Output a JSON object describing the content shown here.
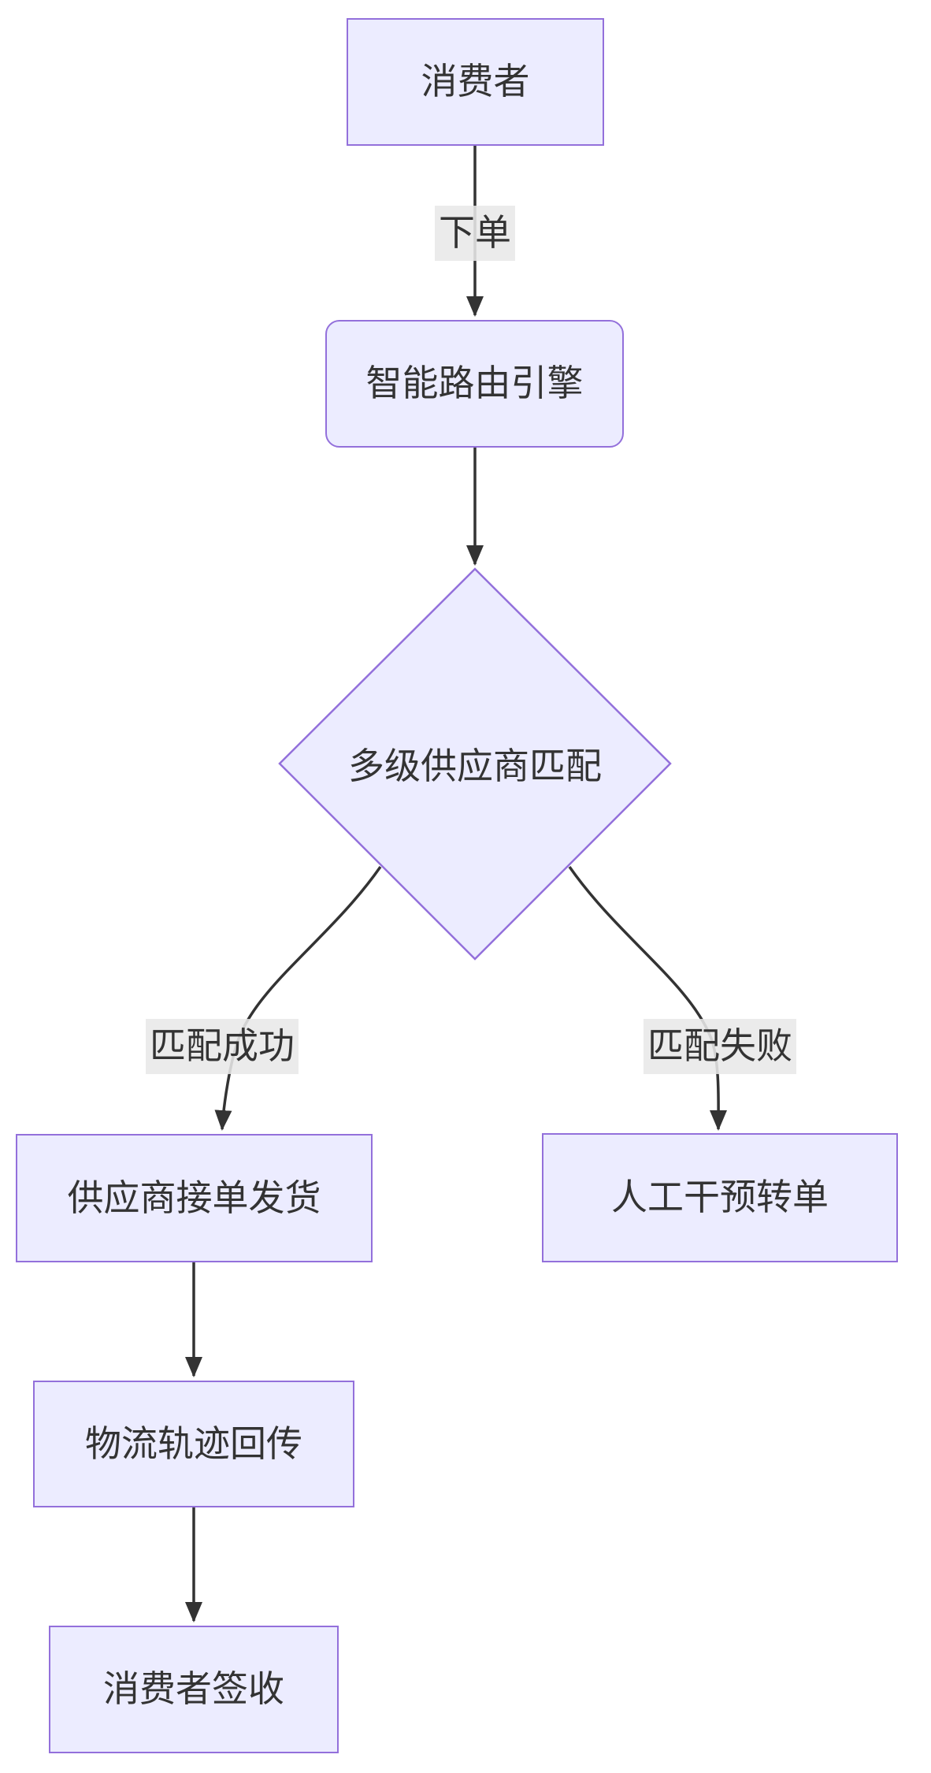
{
  "diagram": {
    "type": "flowchart-top-down",
    "background": "#ffffff",
    "colors": {
      "node_fill": "#ECECFF",
      "node_border": "#9370DB",
      "edge_line": "#333333",
      "edge_label_background": "#e8e8e8",
      "text": "#333333"
    },
    "nodes": [
      {
        "id": "consumer",
        "shape": "rectangle",
        "label": "消费者"
      },
      {
        "id": "router",
        "shape": "rounded-rectangle",
        "label": "智能路由引擎"
      },
      {
        "id": "match",
        "shape": "diamond",
        "label": "多级供应商匹配"
      },
      {
        "id": "supplier",
        "shape": "rectangle",
        "label": "供应商接单发货"
      },
      {
        "id": "manual",
        "shape": "rectangle",
        "label": "人工干预转单"
      },
      {
        "id": "logistics",
        "shape": "rectangle",
        "label": "物流轨迹回传"
      },
      {
        "id": "signoff",
        "shape": "rectangle",
        "label": "消费者签收"
      }
    ],
    "edges": [
      {
        "from": "consumer",
        "to": "router",
        "label": "下单"
      },
      {
        "from": "router",
        "to": "match",
        "label": ""
      },
      {
        "from": "match",
        "to": "supplier",
        "label": "匹配成功"
      },
      {
        "from": "match",
        "to": "manual",
        "label": "匹配失败"
      },
      {
        "from": "supplier",
        "to": "logistics",
        "label": ""
      },
      {
        "from": "logistics",
        "to": "signoff",
        "label": ""
      }
    ]
  }
}
